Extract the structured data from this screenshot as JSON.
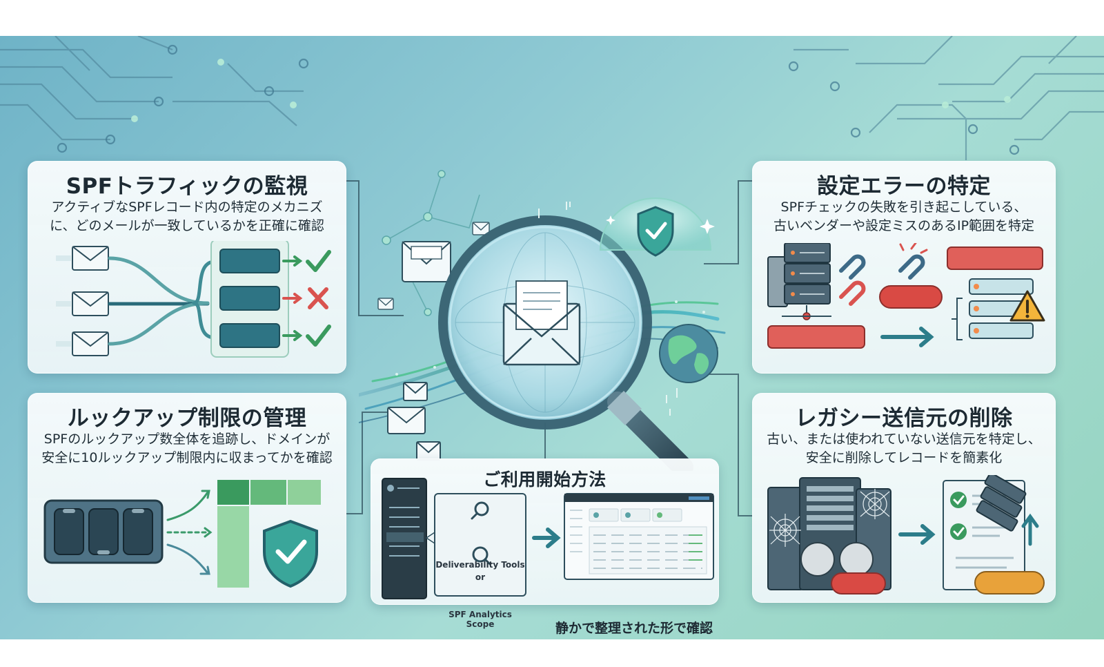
{
  "cards": {
    "spf_monitoring": {
      "title": "SPFトラフィックの監視",
      "desc_line1": "アクティブなSPFレコード内の特定のメカニズ",
      "desc_line2": "に、どのメールが一致しているかを正確に確認"
    },
    "lookup_limit": {
      "title": "ルックアップ制限の管理",
      "desc_line1": "SPFのルックアップ数全体を追跡し、ドメインが",
      "desc_line2": "安全に10ルックアップ制限内に収まってかを確認"
    },
    "config_error": {
      "title": "設定エラーの特定",
      "desc_line1": "SPFチェックの失敗を引き起こしている、",
      "desc_line2": "古いベンダーや設定ミスのあるIP範囲を特定"
    },
    "legacy_sender": {
      "title": "レガシー送信元の削除",
      "desc_line1": "古い、または使われていない送信元を特定し、",
      "desc_line2": "安全に削除してレコードを簡素化"
    },
    "getting_started": {
      "title": "ご利用開始方法",
      "tool_option1": "Deliverability Tools",
      "tool_or": "or",
      "tool_option2": "SPF Analytics Scope",
      "caption": "静かで整理された形で確認"
    }
  },
  "icons": {
    "mail": "envelope-icon",
    "check": "check-icon",
    "cross": "cross-icon",
    "shield": "shield-check-icon",
    "magnifier": "magnifier-icon",
    "globe": "globe-icon",
    "server": "server-icon",
    "chain": "broken-chain-icon",
    "warning": "warning-icon",
    "cobweb": "cobweb-icon"
  },
  "colors": {
    "teal_dark": "#2a6b7a",
    "green_check": "#3a9a5e",
    "red_cross": "#d9534f",
    "red_bar": "#e0605a",
    "orange_bar": "#e8a23a",
    "warning_yellow": "#f3b53b"
  }
}
